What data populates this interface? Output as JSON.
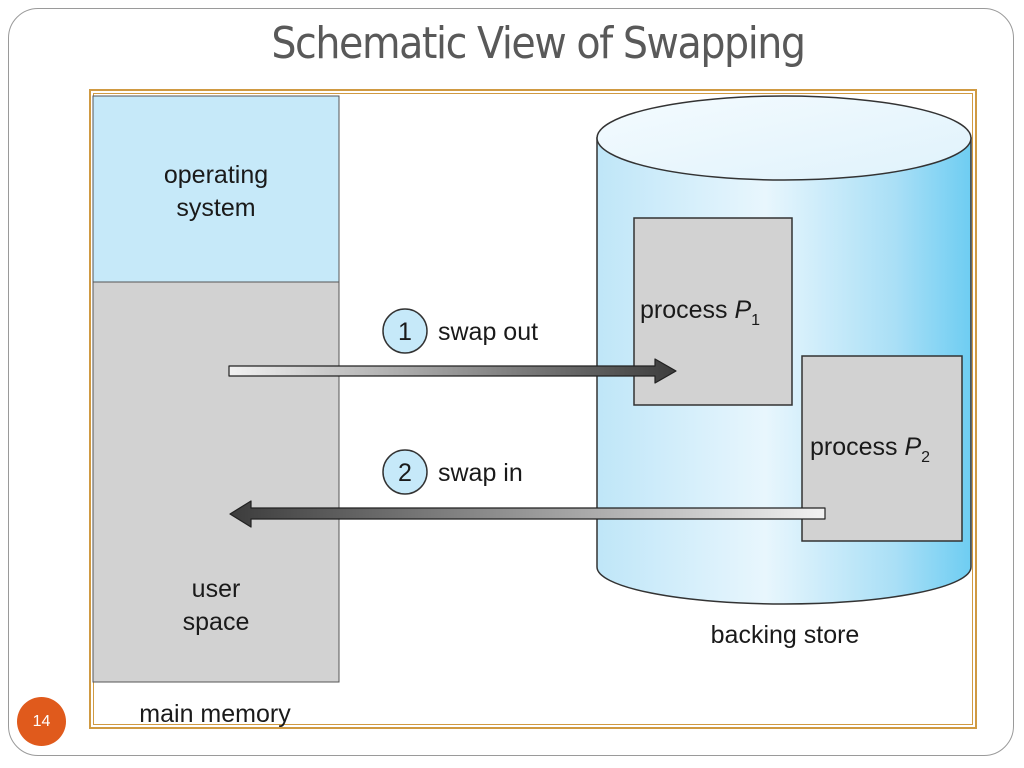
{
  "slide": {
    "title": "Schematic View of Swapping",
    "page_number": "14"
  },
  "diagram": {
    "memory": {
      "os_label_line1": "operating",
      "os_label_line2": "system",
      "user_label_line1": "user",
      "user_label_line2": "space",
      "caption": "main memory"
    },
    "backing_store": {
      "caption": "backing store",
      "process1_text": "process ",
      "process1_var": "P",
      "process1_sub": "1",
      "process2_text": "process ",
      "process2_var": "P",
      "process2_sub": "2"
    },
    "steps": [
      {
        "number": "1",
        "label": "swap out"
      },
      {
        "number": "2",
        "label": "swap in"
      }
    ]
  },
  "colors": {
    "os_region": "#c6e9f9",
    "user_region": "#d2d2d2",
    "disk_light": "#e6f5fd",
    "disk_dark": "#6ecdf2",
    "frame_border": "#d09a42",
    "badge": "#e05a1c",
    "title_text": "#595959"
  }
}
